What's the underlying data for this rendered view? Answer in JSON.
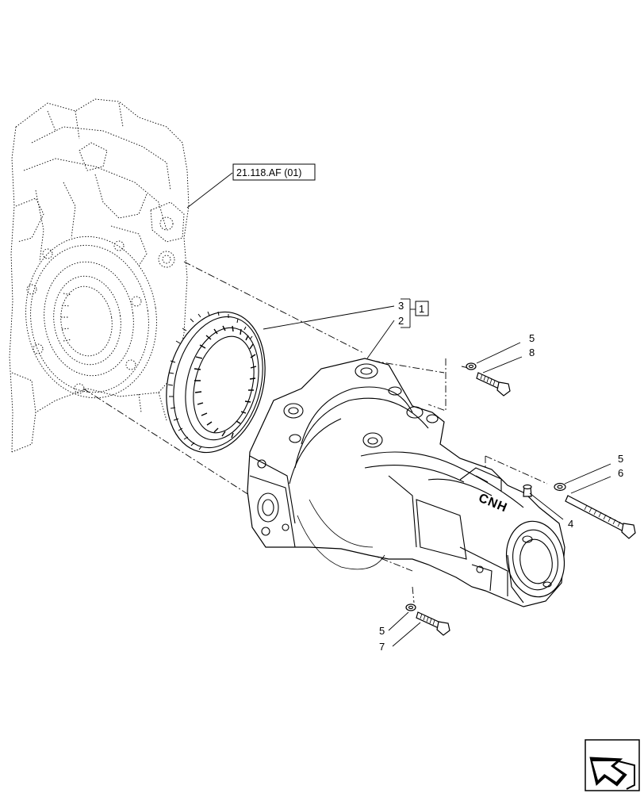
{
  "reference": {
    "label": "21.118.AF (01)"
  },
  "group_bracket": {
    "label": "1"
  },
  "callouts": [
    {
      "id": "c3",
      "text": "3"
    },
    {
      "id": "c2",
      "text": "2"
    },
    {
      "id": "c5a",
      "text": "5"
    },
    {
      "id": "c8",
      "text": "8"
    },
    {
      "id": "c5b",
      "text": "5"
    },
    {
      "id": "c6",
      "text": "6"
    },
    {
      "id": "c4",
      "text": "4"
    },
    {
      "id": "c5c",
      "text": "5"
    },
    {
      "id": "c7",
      "text": "7"
    }
  ],
  "housing_logo": {
    "text": "CNH"
  },
  "nav_icon": "previous-page-arrow-icon"
}
